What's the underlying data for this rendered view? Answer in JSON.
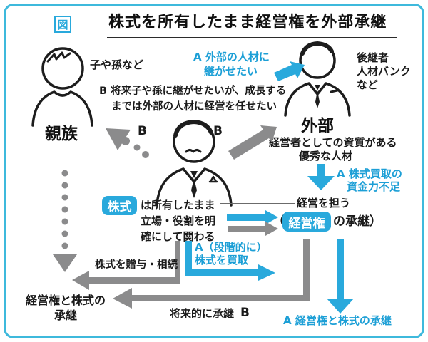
{
  "colors": {
    "cyan": "#29a9dc",
    "gray": "#8b8b8c",
    "frame_border": "#3eb9dc",
    "text": "#1a1a1a"
  },
  "header": {
    "fig_badge": "図",
    "title": "株式を所有したまま経営権を外部承継"
  },
  "relatives": {
    "caption": "子や孫など",
    "label": "親族"
  },
  "external": {
    "caption_line1": "後継者",
    "caption_line2": "人材バンク",
    "caption_line3": "など",
    "label": "外部",
    "desc_line1": "経営者としての資質がある",
    "desc_line2": "優秀な人材"
  },
  "owner": {
    "icon": "current-owner"
  },
  "annotations": {
    "a_pass_external_line1": "A 外部の人材に",
    "a_pass_external_line2": "継がせたい",
    "b_future_wish_line1": "B 将来子や孫に継がせたいが、成長する",
    "b_future_wish_line2": "までは外部の人材に経営を任せたい",
    "b_left": "B",
    "b_right": "B",
    "a_funds_line1": "A 株式買取の",
    "a_funds_line2": "資金力不足",
    "a_stepwise_line1": "A（段階的に）",
    "a_stepwise_line2": "株式を買取",
    "gift": "株式を贈与・相続",
    "future_label": "将来的に承継",
    "b_bottom": "B",
    "a_bottom": "A 経営権と株式の承継"
  },
  "shares": {
    "badge": "株式",
    "keep": "は所有したまま",
    "role_line1": "立場・役割を明",
    "role_line2": "確にして関わる"
  },
  "management": {
    "lead": "経営を担う",
    "paren_open": "（",
    "badge": "経営権",
    "paren_close": "の承継）"
  },
  "succession": {
    "line1": "経営権と株式の",
    "line2": "承継"
  }
}
